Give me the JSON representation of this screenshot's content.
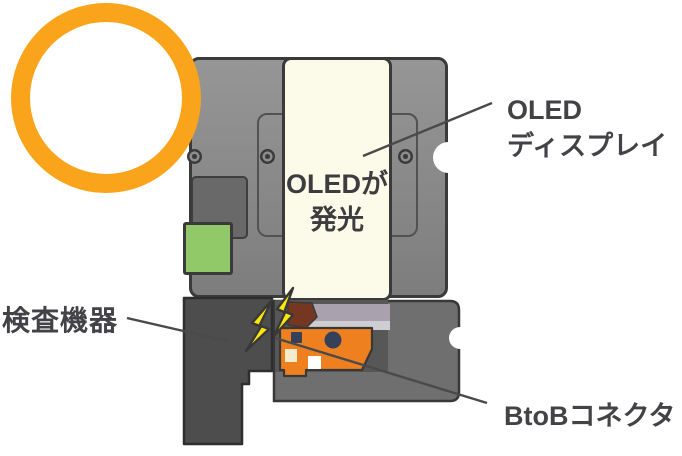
{
  "diagram": {
    "oled_label": {
      "line1": "OLED",
      "line2": "ディスプレイ"
    },
    "panel": {
      "line1": "OLEDが",
      "line2": "発光"
    },
    "equipment_label": "検査機器",
    "connector_label": "BtoBコネクタ"
  },
  "icons": {
    "lightning_bolts": "electric-contact-spark",
    "highlight_ring": "orange-circle-highlight"
  },
  "colors": {
    "highlight_ring": "#f9a41b",
    "device_body_gray": "#8a8a8a",
    "equipment_dark_gray": "#4d4d4d",
    "holder_gray": "#6f6f6f",
    "recess_shadow": "#575757",
    "oled_panel_cream": "#fcfbe9",
    "glow_white": "#ffffff",
    "green_component": "#92c968",
    "connector_orange": "#ef8020",
    "connector_navy": "#35405a",
    "band_lavender": "#a9a2ae",
    "band_lavender_light": "#cfccd2",
    "flex_brown": "#753722",
    "lightning_yellow": "#ffe60a",
    "outline_dark": "#3a3a3a",
    "label_text": "#434347",
    "leader_line": "#4a4a4a"
  }
}
